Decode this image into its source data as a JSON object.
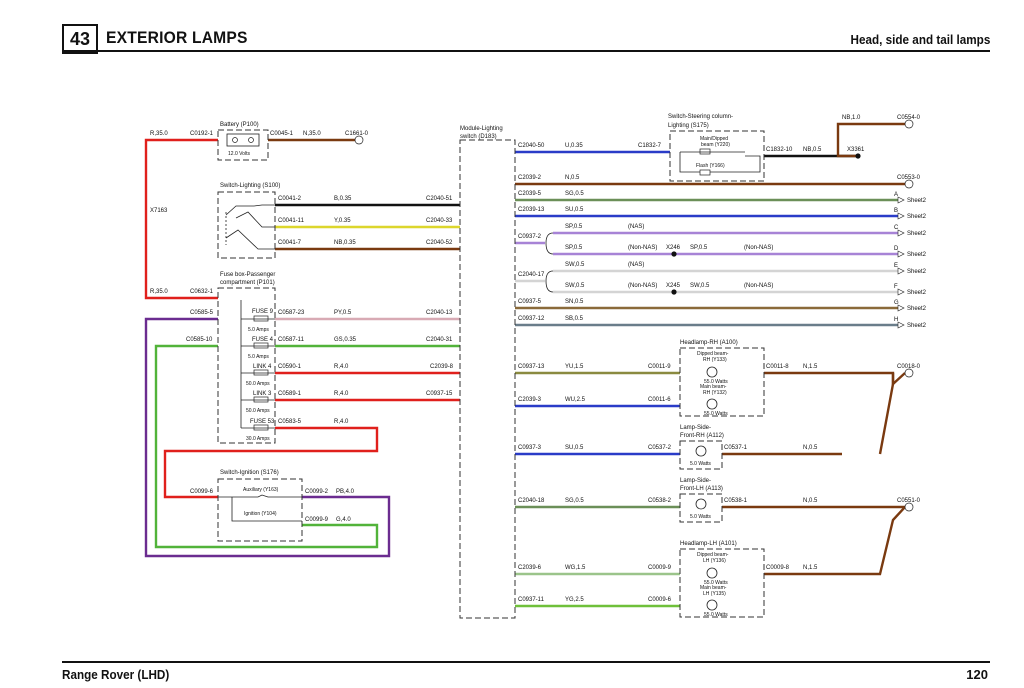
{
  "header": {
    "section": "43",
    "title": "EXTERIOR LAMPS",
    "subtitle": "Head, side and tail lamps"
  },
  "footer": {
    "vehicle": "Range Rover (LHD)",
    "page": "120"
  },
  "colors": {
    "red": "#e0201c",
    "brown": "#7a3a10",
    "blue": "#2a3cc8",
    "black": "#111111",
    "yellow": "#dcd62c",
    "green": "#52b33a",
    "slate_green": "#6b8f58",
    "purple": "#6b2c90",
    "violet": "#a783d6",
    "pink": "#d8aab4",
    "white": "#d4d4d4",
    "slate": "#6a7d8a"
  },
  "comp": {
    "battery": "Battery (P100)",
    "battery_volts": "12.0 Volts",
    "sw_light": "Switch-Lighting (S100)",
    "fusebox1": "Fuse box-Passenger",
    "fusebox2": "compartment (P101)",
    "sw_ign": "Switch-Ignition (S176)",
    "aux": "Auxiliary (Y163)",
    "ign": "Ignition (Y104)",
    "module1": "Module-Lighting",
    "module2": "switch (D183)",
    "steer1": "Switch-Steering column-",
    "steer2": "Lighting (S175)",
    "main_dip1": "Main/Dipped",
    "main_dip2": "beam (Y220)",
    "flash": "Flash (Y166)",
    "hl_rh": "Headlamp-RH (A100)",
    "hl_lh": "Headlamp-LH (A101)",
    "side_rh1": "Lamp-Side-",
    "side_rh2": "Front-RH (A112)",
    "side_lh1": "Lamp-Side-",
    "side_lh2": "Front-LH (A113)",
    "dip_rh1": "Dipped beam-",
    "dip_rh2": "RH (Y133)",
    "main_rh1": "Main beam-",
    "main_rh2": "RH (Y132)",
    "dip_lh1": "Dipped beam-",
    "dip_lh2": "LH (Y136)",
    "main_lh1": "Main beam-",
    "main_lh2": "LH (Y135)",
    "w55": "55.0 Watts",
    "w5": "5.0 Watts"
  },
  "fuses": {
    "f9": "FUSE 9",
    "f9a": "5.0 Amps",
    "f4": "FUSE 4",
    "f4a": "5.0 Amps",
    "l4": "LINK 4",
    "l4a": "50.0 Amps",
    "l3": "LINK 3",
    "l3a": "50.0 Amps",
    "f53": "FUSE 53",
    "f53a": "30.0 Amps"
  },
  "labels": {
    "r350a": "R,35.0",
    "c0192": "C0192-1",
    "c0045": "C0045-1",
    "n350": "N,35.0",
    "c1661": "C1661-0",
    "x7163": "X7163",
    "r350b": "R,35.0",
    "c0632": "C0632-1",
    "c0041_2": "C0041-2",
    "b035": "B,0.35",
    "c2040_51": "C2040-51",
    "c0041_11": "C0041-11",
    "y035": "Y,0.35",
    "c2040_33": "C2040-33",
    "c0041_7": "C0041-7",
    "nb035": "NB,0.35",
    "c2040_52": "C2040-52",
    "c0585_5": "C0585-5",
    "c0587_23": "C0587-23",
    "py05": "PY,0.5",
    "c2040_13": "C2040-13",
    "c0585_10": "C0585-10",
    "c0587_11": "C0587-11",
    "gs035": "GS,0.35",
    "c2040_31": "C2040-31",
    "c0590": "C0590-1",
    "r40a": "R,4.0",
    "c2039_8": "C2039-8",
    "c0589": "C0589-1",
    "r40b": "R,4.0",
    "c0937_15": "C0937-15",
    "c0583": "C0583-5",
    "r40c": "R,4.0",
    "c0099_6": "C0099-6",
    "c0099_2": "C0099-2",
    "pb40": "PB,4.0",
    "c0099_9": "C0099-9",
    "g40": "G,4.0",
    "c2040_50": "C2040-50",
    "u035": "U,0.35",
    "c1832_7": "C1832-7",
    "c1832_10": "C1832-10",
    "nb05a": "NB,0.5",
    "x3361": "X3361",
    "nb10": "NB,1.0",
    "c0554": "C0554-0",
    "c2039_2": "C2039-2",
    "n05": "N,0.5",
    "c0553": "C0553-0",
    "c2039_5": "C2039-5",
    "sg05a": "SG,0.5",
    "pA": "A",
    "s2a": "Sheet2",
    "c2039_13": "C2039-13",
    "su05a": "SU,0.5",
    "pB": "B",
    "s2b": "Sheet2",
    "c0937_2": "C0937-2",
    "sp05a": "SP,0.5",
    "nas1": "(NAS)",
    "pC": "C",
    "s2c": "Sheet2",
    "sp05b": "SP,0.5",
    "nonnas1": "(Non-NAS)",
    "x246": "X246",
    "sp05c": "SP,0.5",
    "nonnas2": "(Non-NAS)",
    "pD": "D",
    "s2d": "Sheet2",
    "c2040_17": "C2040-17",
    "sw05a": "SW,0.5",
    "nas2": "(NAS)",
    "pE": "E",
    "s2e": "Sheet2",
    "sw05b": "SW,0.5",
    "nonnas3": "(Non-NAS)",
    "x245": "X245",
    "sw05c": "SW,0.5",
    "nonnas4": "(Non-NAS)",
    "pF": "F",
    "s2f": "Sheet2",
    "c0937_5": "C0937-5",
    "sn05": "SN,0.5",
    "pG": "G",
    "s2g": "Sheet2",
    "c0937_12": "C0937-12",
    "sb05": "SB,0.5",
    "pH": "H",
    "s2h": "Sheet2",
    "c0937_13": "C0937-13",
    "yu15": "YU,1.5",
    "c0011_9": "C0011-9",
    "c0011_8": "C0011-8",
    "n15a": "N,1.5",
    "c0018": "C0018-0",
    "c2039_3": "C2039-3",
    "wu25": "WU,2.5",
    "c0011_6": "C0011-6",
    "c0937_3": "C0937-3",
    "su05b": "SU,0.5",
    "c0537_2": "C0537-2",
    "c0537_1": "C0537-1",
    "n05b": "N,0.5",
    "c2040_18": "C2040-18",
    "sg05b": "SG,0.5",
    "c0538_2": "C0538-2",
    "c0538_1": "C0538-1",
    "n05c": "N,0.5",
    "c0551": "C0551-0",
    "c2039_6": "C2039-6",
    "wg15": "WG,1.5",
    "c0009_9": "C0009-9",
    "c0009_8": "C0009-8",
    "n15b": "N,1.5",
    "c0937_11": "C0937-11",
    "yg25": "YG,2.5",
    "c0009_6": "C0009-6"
  }
}
